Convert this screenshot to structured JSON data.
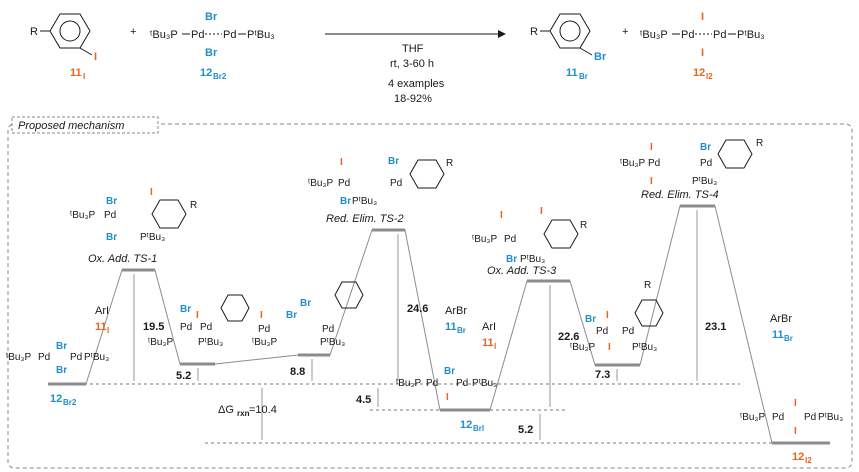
{
  "reaction": {
    "sm_label": "11",
    "sm_sub": "I",
    "cat_label": "12",
    "cat_sub": "Br2",
    "prod_label": "11",
    "prod_sub": "Br",
    "byprod_label": "12",
    "byprod_sub": "I2",
    "conditions_solvent": "THF",
    "conditions_temp": "rt, 3-60 h",
    "examples": "4 examples",
    "yield": "18-92%",
    "plus": "+",
    "R": "R"
  },
  "mechanism": {
    "box_title": "Proposed mechanism",
    "ts1": "Ox. Add. TS-1",
    "ts2": "Red. Elim. TS-2",
    "ts3": "Ox. Add. TS-3",
    "ts4": "Red. Elim. TS-4",
    "e_195": "19.5",
    "e_52a": "5.2",
    "e_88": "8.8",
    "e_246": "24.6",
    "e_45": "4.5",
    "e_226": "22.6",
    "e_73": "7.3",
    "e_231": "23.1",
    "e_52b": "5.2",
    "dg_prefix": "ΔG",
    "dg_sub": "rxn",
    "dg_value": "=10.4",
    "arI": "ArI",
    "arBr": "ArBr",
    "lbl_12Br2": "12",
    "sub_Br2": "Br2",
    "lbl_12BrI": "12",
    "sub_BrI": "BrI",
    "lbl_12I2": "12",
    "sub_I2": "I2",
    "lbl_11I": "11",
    "sub_I": "I",
    "lbl_11Br": "11",
    "sub_Br": "Br"
  },
  "chem": {
    "tBu3P": "ᵗBu₃P",
    "PtBu3": "PᵗBu₃",
    "Pd": "Pd",
    "Br": "Br",
    "I": "I",
    "R": "R"
  },
  "colors": {
    "iodine": "#e8641c",
    "bromine": "#1f8fc9",
    "profile": "#8c8c8c"
  }
}
